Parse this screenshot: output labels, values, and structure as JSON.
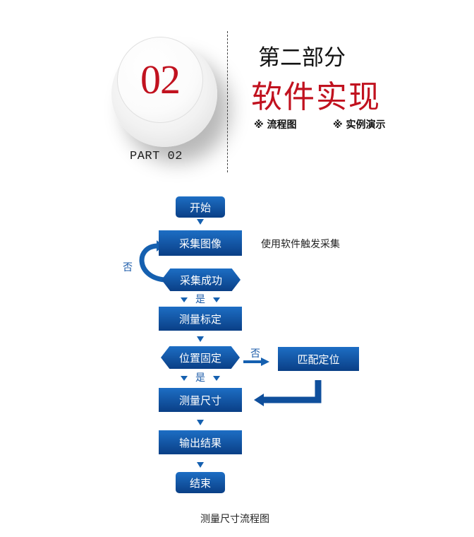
{
  "header": {
    "number": "02",
    "part_label": "PART 02",
    "section_subtitle": "第二部分",
    "section_title": "软件实现",
    "items": [
      "※ 流程图",
      "※ 实例演示"
    ]
  },
  "flowchart": {
    "nodes": {
      "start": "开始",
      "capture": "采集图像",
      "capture_ok": "采集成功",
      "calibrate": "测量标定",
      "position_fixed": "位置固定",
      "match_position": "匹配定位",
      "measure": "测量尺寸",
      "output": "输出结果",
      "end": "结束"
    },
    "annotation": "使用软件触发采集",
    "labels": {
      "no_loop": "否",
      "yes_1": "是",
      "no_branch": "否",
      "yes_2": "是"
    },
    "caption": "测量尺寸流程图"
  },
  "colors": {
    "accent_red": "#c1121f",
    "box_blue_top": "#1d6ec4",
    "box_blue_bottom": "#0a3f86",
    "arrow_blue": "#1560b0"
  }
}
